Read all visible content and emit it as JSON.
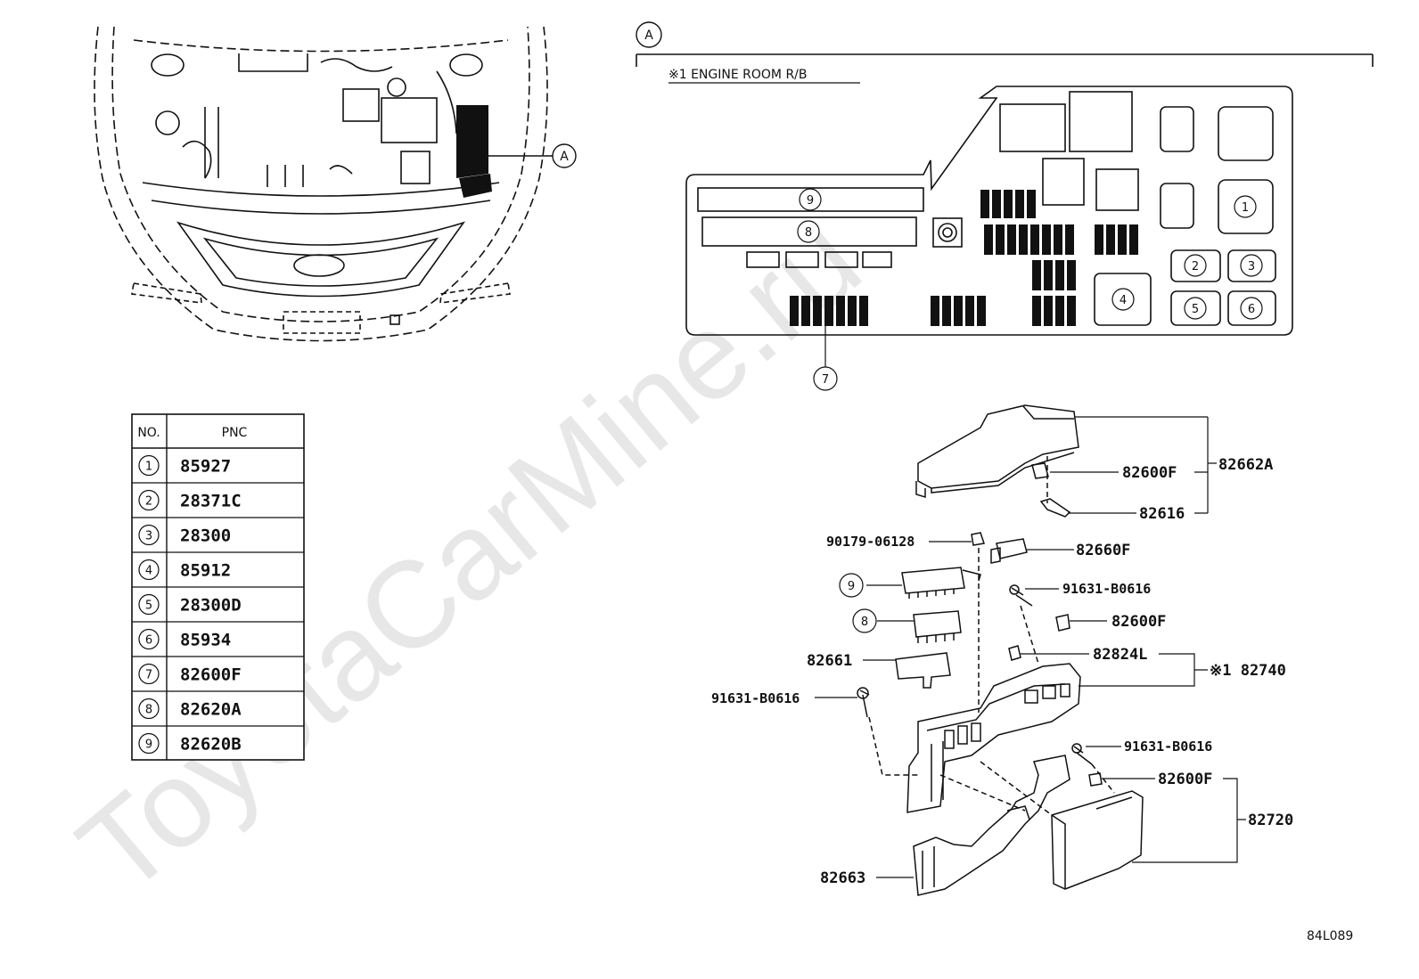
{
  "section_marker": "A",
  "box_title": "※1 ENGINE ROOM R/B",
  "engine_callout": "A",
  "fuse_box_numbers": [
    "1",
    "2",
    "3",
    "4",
    "5",
    "6",
    "7",
    "8",
    "9"
  ],
  "table": {
    "headers": [
      "NO.",
      "PNC"
    ],
    "rows": [
      {
        "no": "1",
        "pnc": "85927"
      },
      {
        "no": "2",
        "pnc": "28371C"
      },
      {
        "no": "3",
        "pnc": "28300"
      },
      {
        "no": "4",
        "pnc": "85912"
      },
      {
        "no": "5",
        "pnc": "28300D"
      },
      {
        "no": "6",
        "pnc": "85934"
      },
      {
        "no": "7",
        "pnc": "82600F"
      },
      {
        "no": "8",
        "pnc": "82620A"
      },
      {
        "no": "9",
        "pnc": "82620B"
      }
    ]
  },
  "parts": {
    "p82600F_top": "82600F",
    "p82662A": "82662A",
    "p82616": "82616",
    "p90179": "90179-06128",
    "p82660F": "82660F",
    "p9": "9",
    "p91631_a": "91631-B0616",
    "p8": "8",
    "p82600F_mid": "82600F",
    "p82661": "82661",
    "p82824L": "82824L",
    "p82740": "※1 82740",
    "p91631_b": "91631-B0616",
    "p91631_c": "91631-B0616",
    "p82600F_low": "82600F",
    "p82720": "82720",
    "p82663": "82663"
  },
  "diagram_code": "84L089",
  "watermark": "ToyotaCarMine.ru"
}
